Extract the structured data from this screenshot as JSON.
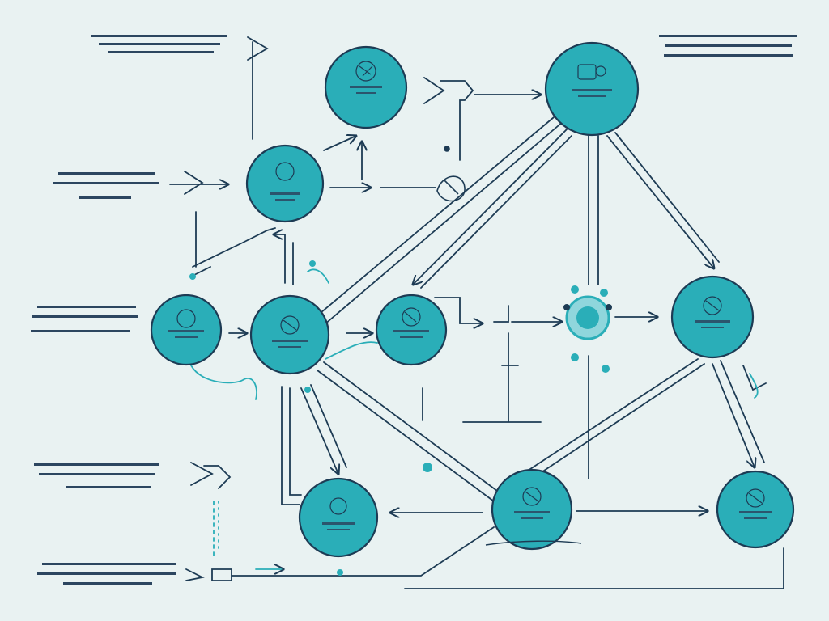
{
  "colors": {
    "background": "#e9f2f2",
    "node_fill": "#2aaeb8",
    "node_stroke": "#1d3b54",
    "line": "#1d3b54",
    "accent": "#2aaeb8",
    "scribble_text": "#2c4660"
  },
  "nodes": [
    {
      "id": "top-center",
      "icon": "globe-icon"
    },
    {
      "id": "top-right",
      "icon": "people-icon"
    },
    {
      "id": "upper-left",
      "icon": "circle-icon"
    },
    {
      "id": "mid-far-left",
      "icon": "globe-icon"
    },
    {
      "id": "mid-left",
      "icon": "globe-icon"
    },
    {
      "id": "mid-center",
      "icon": "globe-icon"
    },
    {
      "id": "mid-right",
      "icon": "globe-icon"
    },
    {
      "id": "bottom-left",
      "icon": "circle-icon"
    },
    {
      "id": "bottom-center",
      "icon": "globe-icon"
    },
    {
      "id": "bottom-right",
      "icon": "globe-icon"
    }
  ],
  "hub": {
    "id": "center-hub",
    "icon": "gear-icon"
  }
}
